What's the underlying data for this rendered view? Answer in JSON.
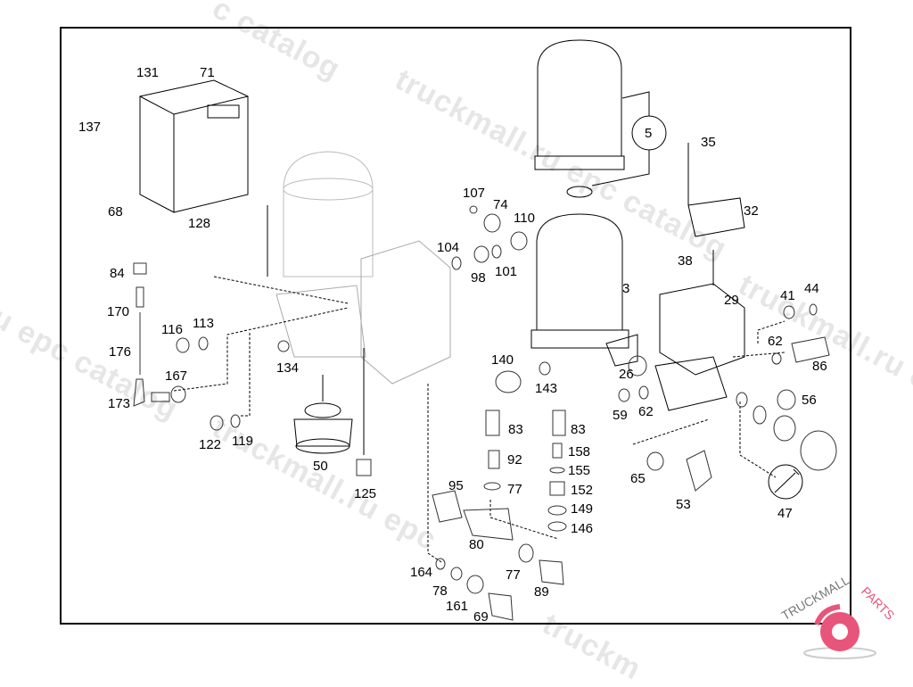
{
  "diagram": {
    "type": "exploded parts diagram",
    "subject": "Air dryer / multi-circuit protection valve assembly",
    "callouts": [
      {
        "id": "p131",
        "label": "131"
      },
      {
        "id": "p71",
        "label": "71"
      },
      {
        "id": "p137",
        "label": "137"
      },
      {
        "id": "p68",
        "label": "68"
      },
      {
        "id": "p128",
        "label": "128"
      },
      {
        "id": "p84",
        "label": "84"
      },
      {
        "id": "p170",
        "label": "170"
      },
      {
        "id": "p176",
        "label": "176"
      },
      {
        "id": "p173",
        "label": "173"
      },
      {
        "id": "p116",
        "label": "116"
      },
      {
        "id": "p113",
        "label": "113"
      },
      {
        "id": "p167",
        "label": "167"
      },
      {
        "id": "p122",
        "label": "122"
      },
      {
        "id": "p119",
        "label": "119"
      },
      {
        "id": "p134",
        "label": "134"
      },
      {
        "id": "p50",
        "label": "50"
      },
      {
        "id": "p125",
        "label": "125"
      },
      {
        "id": "p107",
        "label": "107"
      },
      {
        "id": "p74",
        "label": "74"
      },
      {
        "id": "p110",
        "label": "110"
      },
      {
        "id": "p104",
        "label": "104"
      },
      {
        "id": "p98",
        "label": "98"
      },
      {
        "id": "p101",
        "label": "101"
      },
      {
        "id": "p3",
        "label": "3"
      },
      {
        "id": "p5",
        "label": "5"
      },
      {
        "id": "p35",
        "label": "35"
      },
      {
        "id": "p32",
        "label": "32"
      },
      {
        "id": "p38",
        "label": "38"
      },
      {
        "id": "p29",
        "label": "29"
      },
      {
        "id": "p41",
        "label": "41"
      },
      {
        "id": "p44",
        "label": "44"
      },
      {
        "id": "p62a",
        "label": "62"
      },
      {
        "id": "p86",
        "label": "86"
      },
      {
        "id": "p26",
        "label": "26"
      },
      {
        "id": "p56",
        "label": "56"
      },
      {
        "id": "p59",
        "label": "59"
      },
      {
        "id": "p62b",
        "label": "62"
      },
      {
        "id": "p140",
        "label": "140"
      },
      {
        "id": "p143",
        "label": "143"
      },
      {
        "id": "p83a",
        "label": "83"
      },
      {
        "id": "p83b",
        "label": "83"
      },
      {
        "id": "p92",
        "label": "92"
      },
      {
        "id": "p158",
        "label": "158"
      },
      {
        "id": "p155",
        "label": "155"
      },
      {
        "id": "p77a",
        "label": "77"
      },
      {
        "id": "p152",
        "label": "152"
      },
      {
        "id": "p149",
        "label": "149"
      },
      {
        "id": "p146",
        "label": "146"
      },
      {
        "id": "p95",
        "label": "95"
      },
      {
        "id": "p80",
        "label": "80"
      },
      {
        "id": "p77b",
        "label": "77"
      },
      {
        "id": "p89",
        "label": "89"
      },
      {
        "id": "p164",
        "label": "164"
      },
      {
        "id": "p78",
        "label": "78"
      },
      {
        "id": "p161",
        "label": "161"
      },
      {
        "id": "p69",
        "label": "69"
      },
      {
        "id": "p65",
        "label": "65"
      },
      {
        "id": "p53",
        "label": "53"
      },
      {
        "id": "p47",
        "label": "47"
      }
    ]
  },
  "watermarks": [
    "c catalog",
    "truckmall.ru epc catalog",
    "truckmall.ru e",
    "ru epc catalog",
    "truckmall.ru epc",
    "truckm"
  ],
  "logo": {
    "text": "TRUCKMALL",
    "accent_text": "PARTS",
    "accent_color": "#e8557a"
  }
}
